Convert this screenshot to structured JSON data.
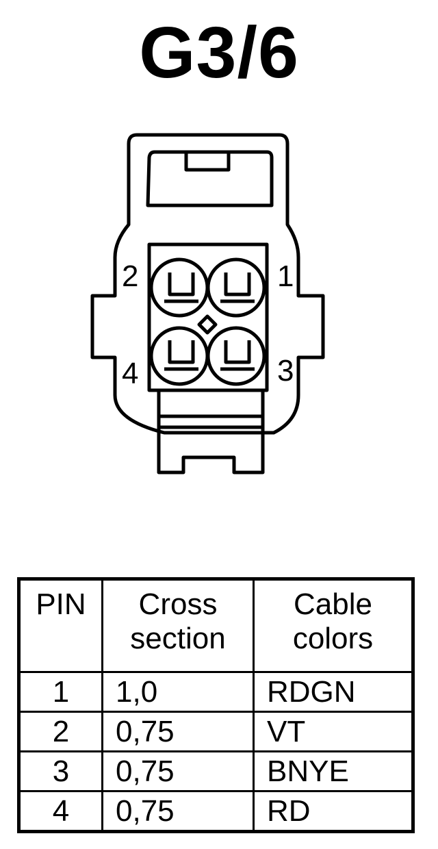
{
  "title": "G3/6",
  "pin_labels": {
    "p1": "1",
    "p2": "2",
    "p3": "3",
    "p4": "4"
  },
  "table": {
    "headers": {
      "pin": "PIN",
      "cross_line1": "Cross",
      "cross_line2": "section",
      "cable_line1": "Cable",
      "cable_line2": "colors"
    },
    "rows": [
      {
        "pin": "1",
        "cross_section": "1,0",
        "color": "RDGN"
      },
      {
        "pin": "2",
        "cross_section": "0,75",
        "color": "VT"
      },
      {
        "pin": "3",
        "cross_section": "0,75",
        "color": "BNYE"
      },
      {
        "pin": "4",
        "cross_section": "0,75",
        "color": "RD"
      }
    ]
  }
}
